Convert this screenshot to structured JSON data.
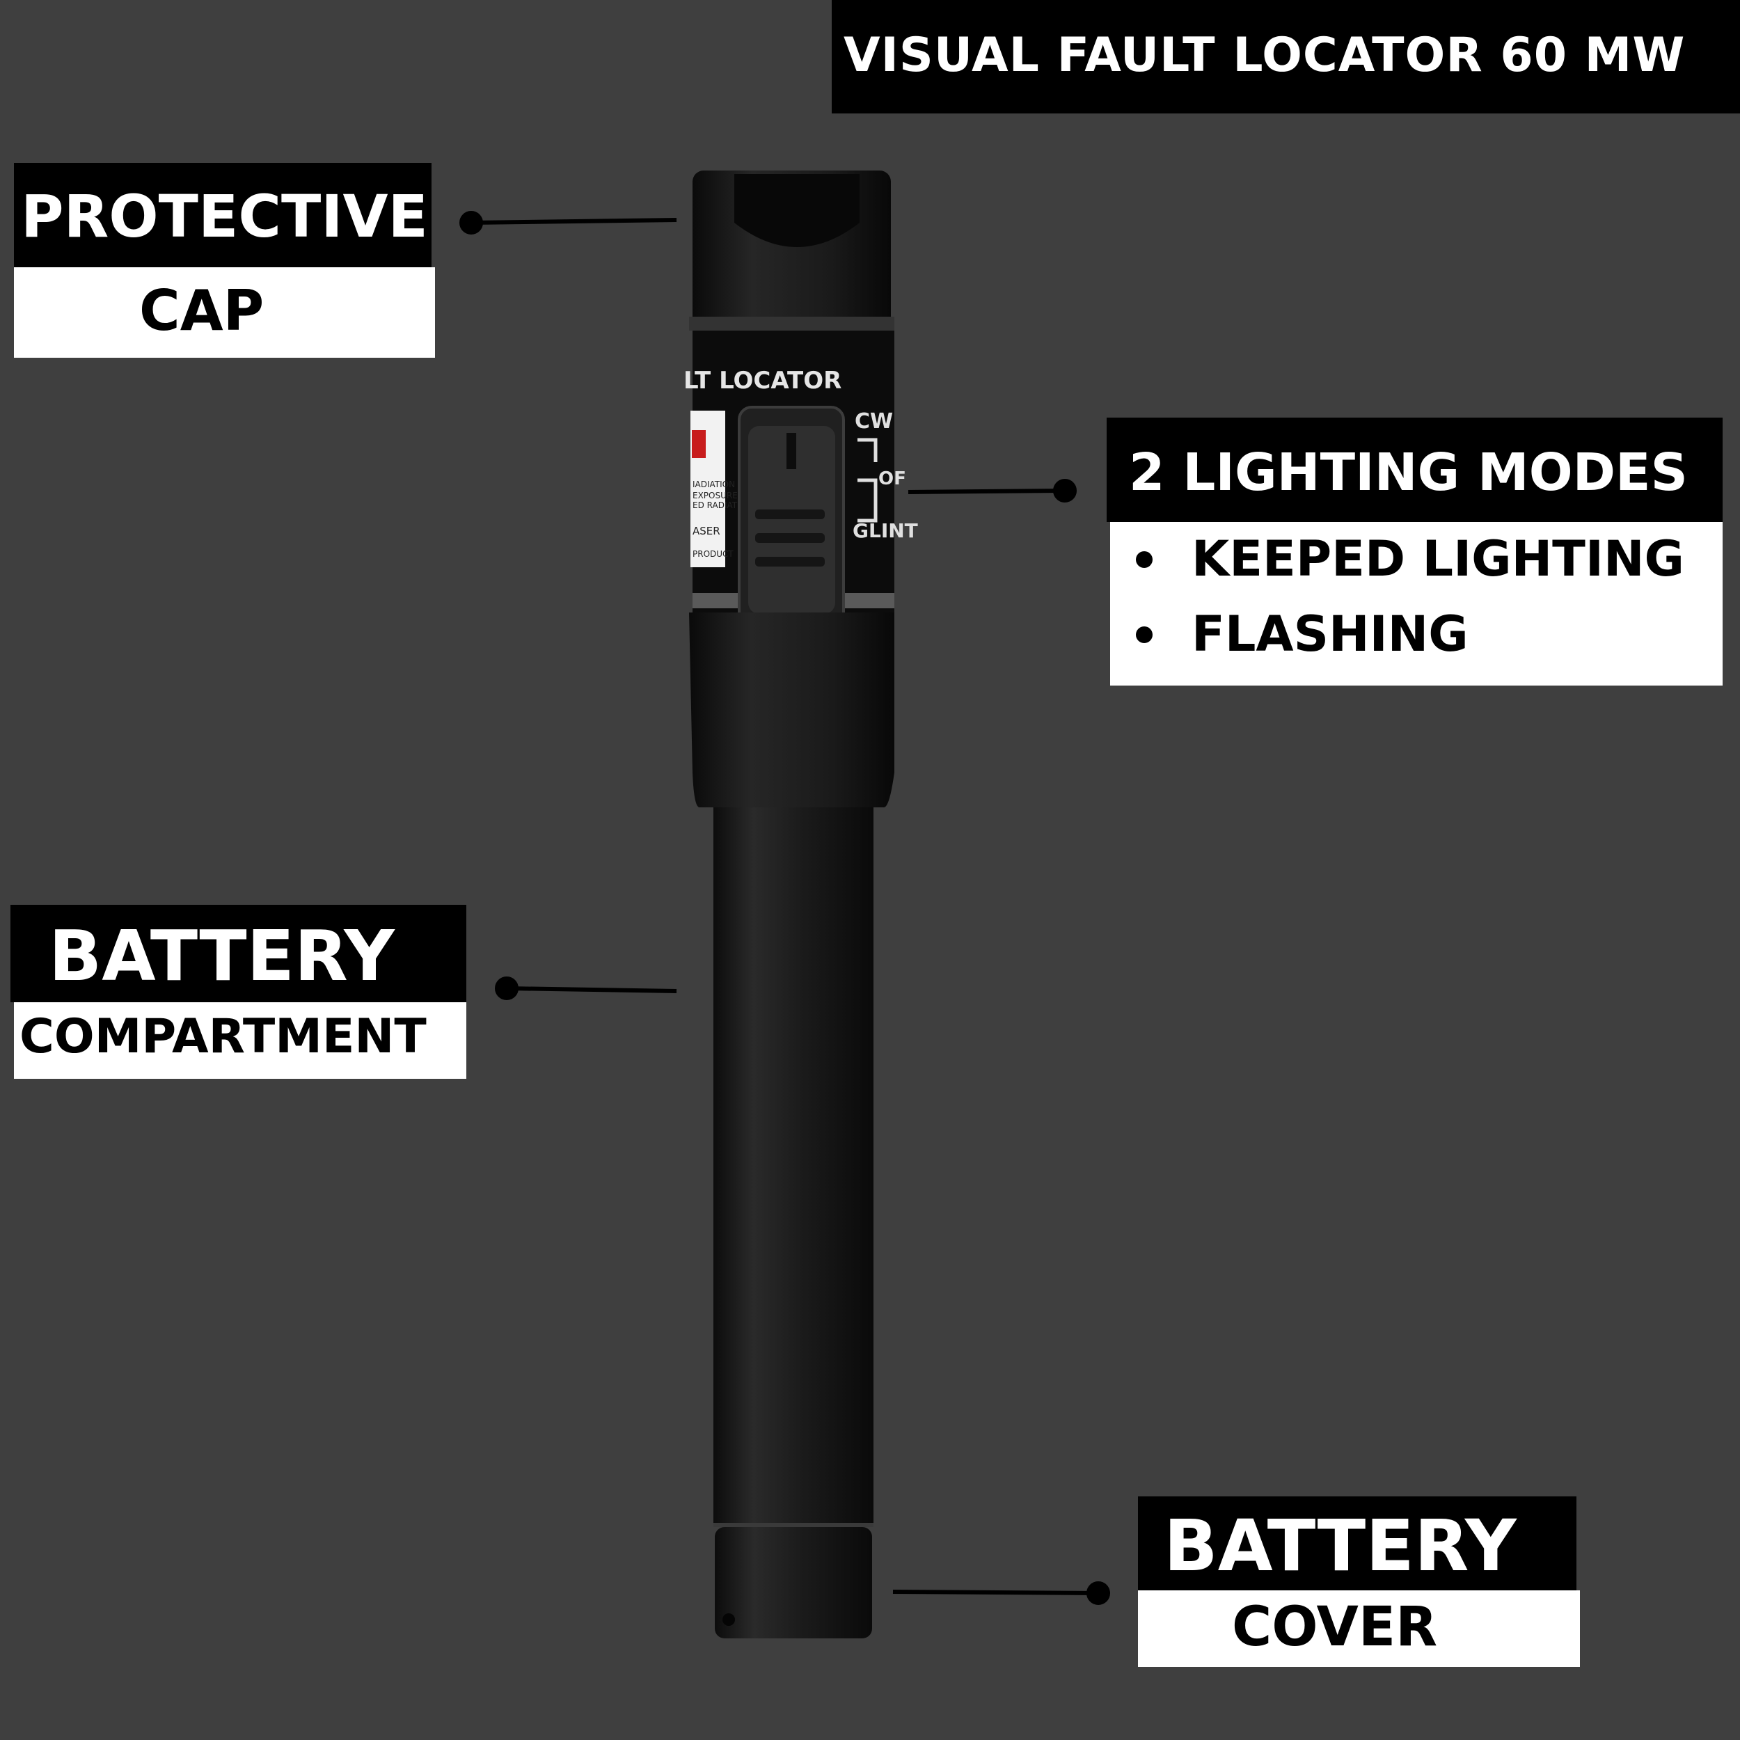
{
  "title": "VISUAL FAULT LOCATOR 60 MW",
  "callouts": {
    "cap": {
      "line1": "PROTECTIVE",
      "line2": "CAP"
    },
    "modes": {
      "heading": "2 LIGHTING MODES",
      "items": [
        "KEEPED LIGHTING",
        "FLASHING"
      ]
    },
    "compartment": {
      "line1": "BATTERY",
      "line2": "COMPARTMENT"
    },
    "cover": {
      "line1": "BATTERY",
      "line2": "COVER"
    }
  },
  "device_label": {
    "brand": "LT LOCATOR",
    "switch_top": "CW",
    "switch_mid": "OF",
    "switch_bottom": "GLINT",
    "warning_lines": [
      "IADIATION",
      "EXPOSURE",
      "ED RADIATION",
      "ASER",
      "PRODUCT"
    ]
  },
  "colors": {
    "background": "#3f3f3f",
    "label_black": "#000000",
    "label_white": "#ffffff",
    "device_body": "#1b1b1b"
  }
}
